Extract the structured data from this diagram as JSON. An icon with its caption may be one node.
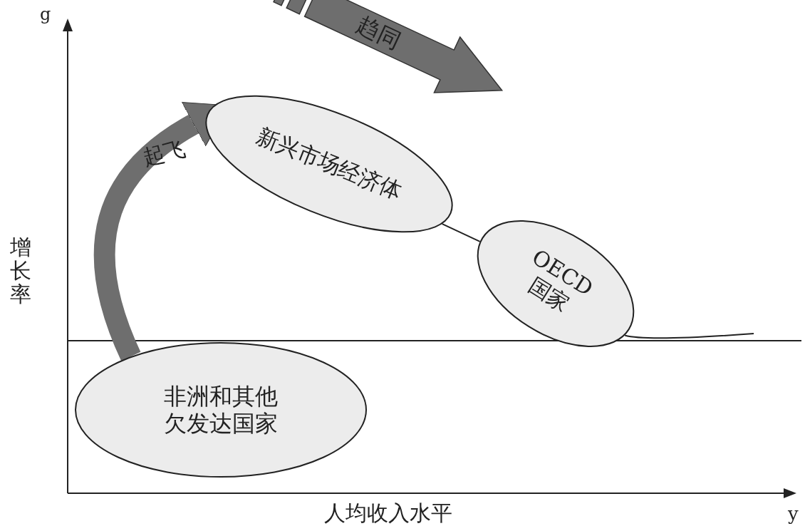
{
  "diagram": {
    "nodes": [
      {
        "text": [
          "新兴市场经济体"
        ]
      },
      {
        "text": [
          "OECD 国家"
        ]
      },
      {
        "text": [
          "非洲和其他欠发达国家"
        ]
      }
    ],
    "edges": [
      {
        "from": 2,
        "to": 0,
        "arrow": "to",
        "label": "起飞",
        "style": "thick"
      },
      {
        "from": 0,
        "to": 1,
        "arrow": "none"
      },
      {
        "from": 1,
        "to": null,
        "arrow": "none"
      }
    ],
    "labels": [
      "g",
      "增长率",
      "趋同",
      "人均收入水平",
      "y"
    ]
  }
}
